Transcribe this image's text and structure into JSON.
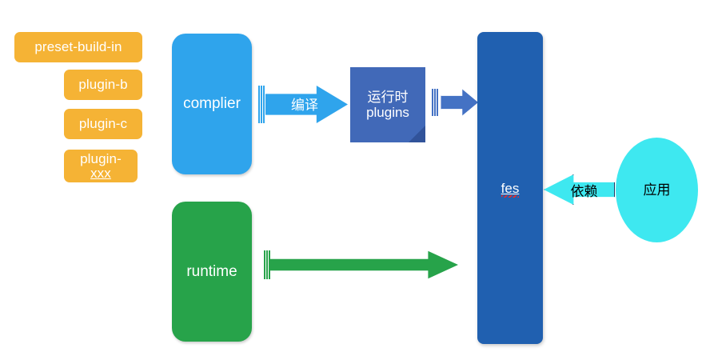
{
  "diagram": {
    "title": "fes architecture flow diagram",
    "background": "#ffffff",
    "colors": {
      "chip_orange": "#F5B335",
      "complier_blue": "#2FA4EC",
      "runtime_green": "#27A34A",
      "plugins_blue": "#4169B8",
      "fes_blue": "#2060B0",
      "app_cyan": "#3EE8F0",
      "arrow_blue": "#4472C4",
      "spellcheck_red": "#E03030"
    },
    "plugins_list": [
      {
        "label": "preset-build-in"
      },
      {
        "label": "plugin-b"
      },
      {
        "label": "plugin-c"
      },
      {
        "label_line1": "plugin-",
        "label_line2": "xxx"
      }
    ],
    "nodes": {
      "complier": {
        "label": "complier"
      },
      "runtime": {
        "label": "runtime"
      },
      "runtime_plugins": {
        "label_line1": "运行时",
        "label_line2": "plugins"
      },
      "fes": {
        "label": "fes"
      },
      "app": {
        "label": "应用"
      }
    },
    "arrows": {
      "compile": {
        "label": "编译",
        "direction": "right"
      },
      "plugins_to_fes": {
        "label": "",
        "direction": "right"
      },
      "runtime_to_fes": {
        "label": "",
        "direction": "right"
      },
      "dependency": {
        "label": "依赖",
        "direction": "left"
      }
    }
  }
}
